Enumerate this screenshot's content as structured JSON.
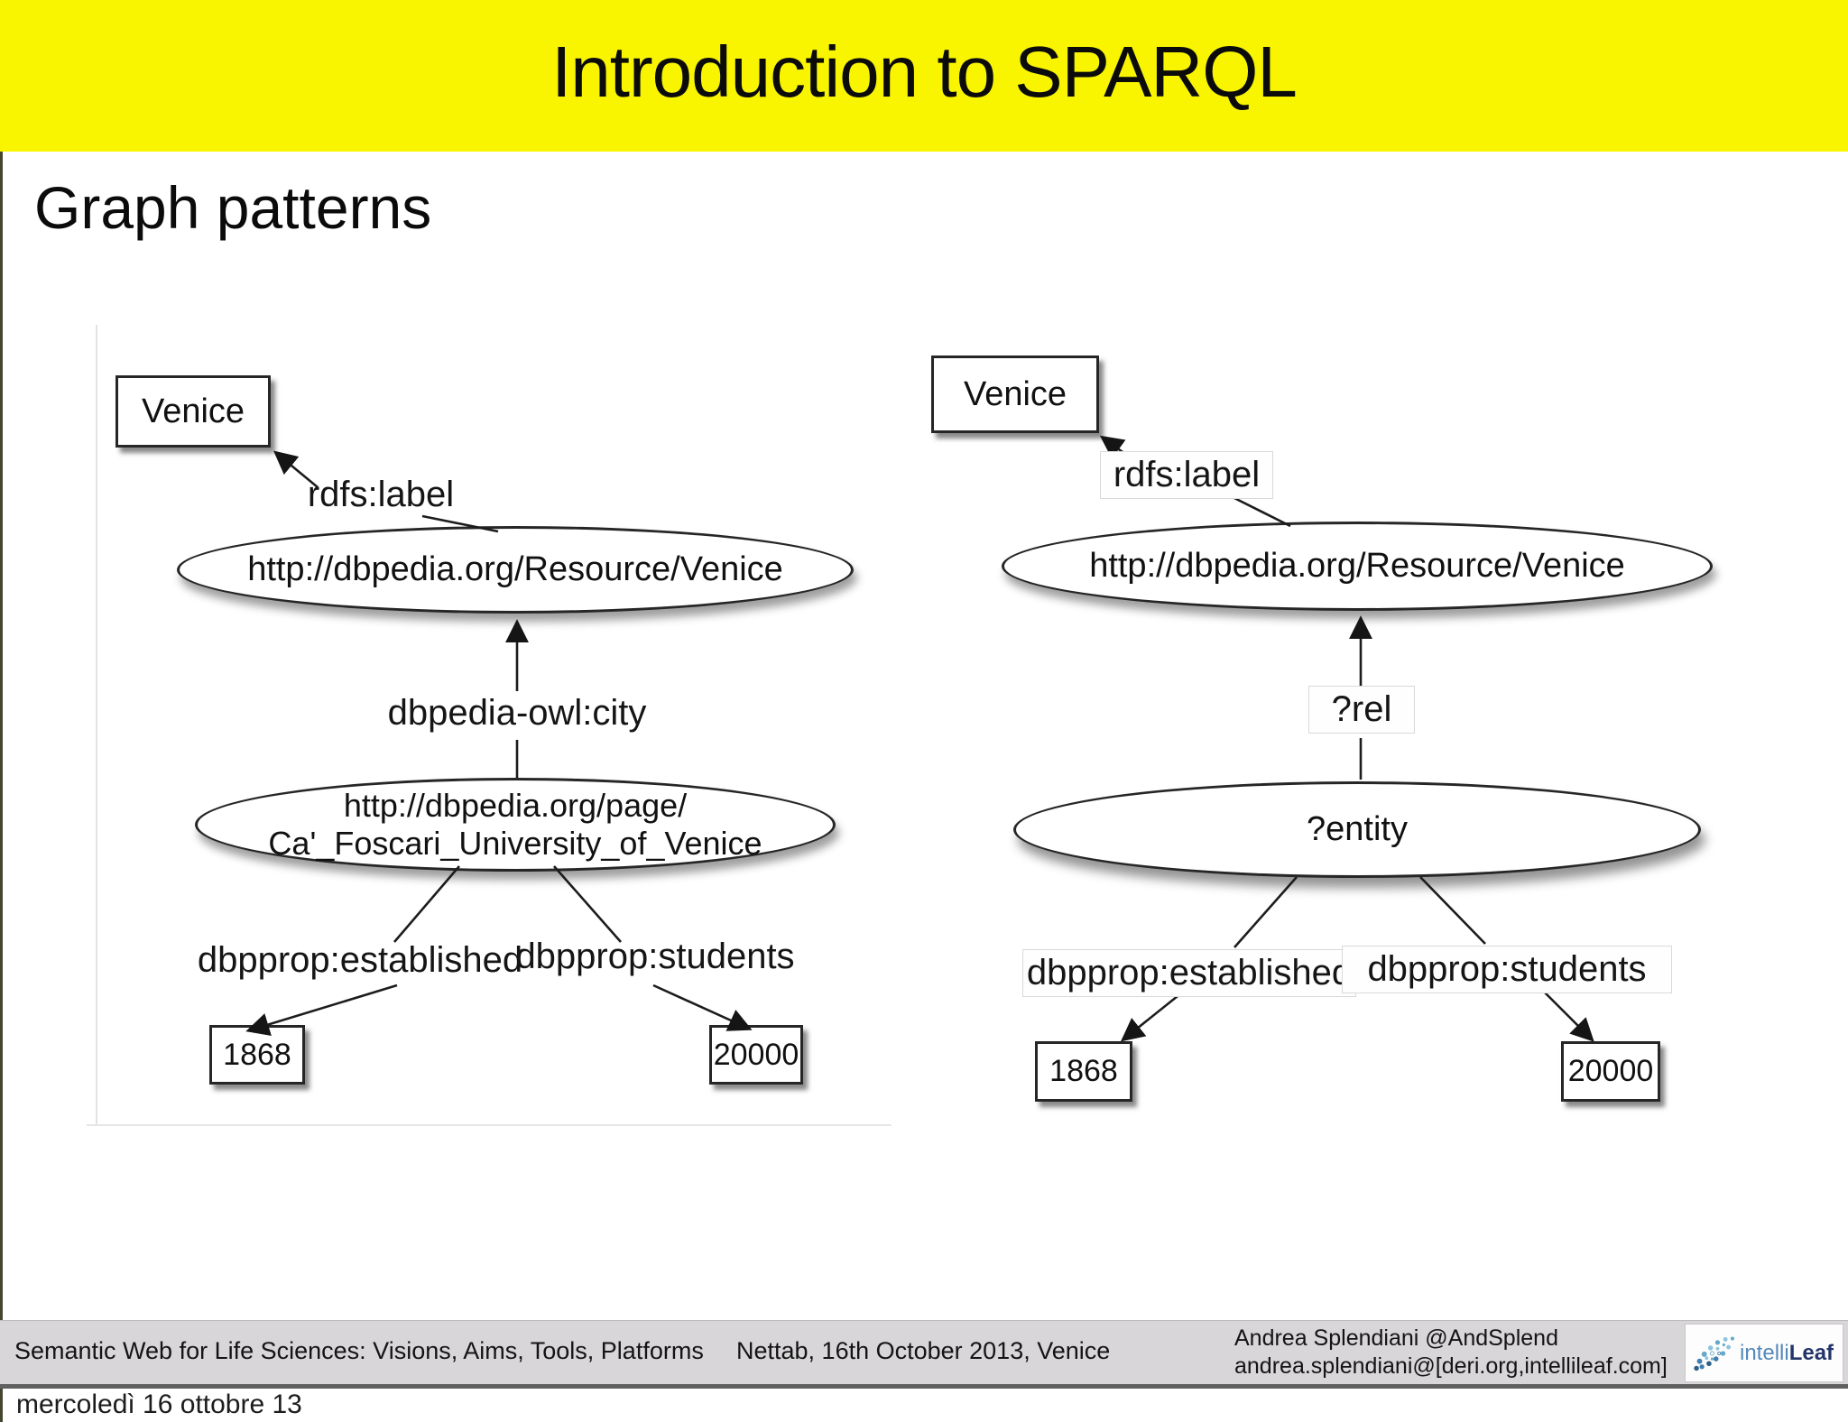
{
  "colors": {
    "accent_yellow": "#F9F500",
    "footer_gray": "#D8D6D8",
    "logo_blue_light": "#5588BB",
    "logo_blue_dark": "#24356B"
  },
  "header": {
    "title": "Introduction to SPARQL"
  },
  "slide_heading": "Graph patterns",
  "diagrams": {
    "left": {
      "venice": "Venice",
      "rdfs_label": "rdfs:label",
      "resource_uri": "http://dbpedia.org/Resource/Venice",
      "city_property": "dbpedia-owl:city",
      "page_uri_line1": "http://dbpedia.org/page/",
      "page_uri_line2": "Ca'_Foscari_University_of_Venice",
      "established_property": "dbpprop:established",
      "students_property": "dbpprop:students",
      "established_value": "1868",
      "students_value": "20000"
    },
    "right": {
      "venice": "Venice",
      "rdfs_label": "rdfs:label",
      "resource_uri": "http://dbpedia.org/Resource/Venice",
      "rel_variable": "?rel",
      "entity_variable": "?entity",
      "established_property": "dbpprop:established",
      "students_property": "dbpprop:students",
      "established_value": "1868",
      "students_value": "20000"
    }
  },
  "footer": {
    "left": "Semantic Web for Life Sciences: Visions, Aims, Tools, Platforms",
    "center": "Nettab, 16th October 2013, Venice",
    "author_line1": "Andrea Splendiani @AndSplend",
    "author_line2": "andrea.splendiani@[deri.org,intellileaf.com]",
    "logo_intelli": "intelli",
    "logo_leaf": "Leaf"
  },
  "date_note": "mercoledì 16 ottobre 13"
}
